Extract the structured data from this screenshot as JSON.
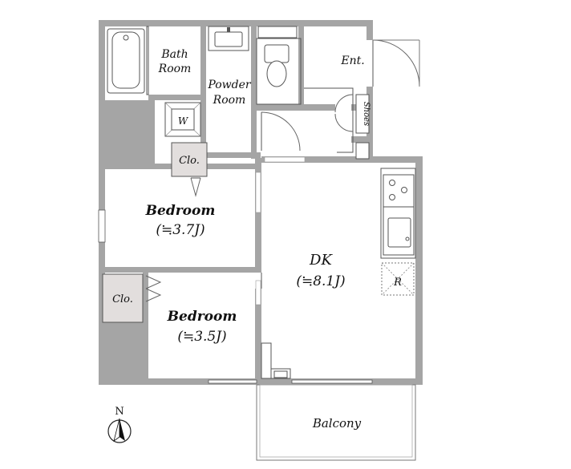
{
  "rooms": {
    "bath": {
      "line1": "Bath",
      "line2": "Room"
    },
    "powder": {
      "line1": "Powder",
      "line2": "Room"
    },
    "entrance": {
      "label": "Ent."
    },
    "shoes": {
      "label": "Shoes"
    },
    "washer": {
      "label": "W"
    },
    "closet1": {
      "label": "Clo."
    },
    "closet2": {
      "label": "Clo."
    },
    "bedroom1": {
      "name": "Bedroom",
      "size": "(≒3.7J)"
    },
    "bedroom2": {
      "name": "Bedroom",
      "size": "(≒3.5J)"
    },
    "dk": {
      "name": "DK",
      "size": "(≒8.1J)"
    },
    "fridge": {
      "label": "R"
    },
    "balcony": {
      "label": "Balcony"
    }
  },
  "compass": {
    "label": "N"
  },
  "colors": {
    "wall": "#a5a5a5",
    "closet_fill": "#e2dedd",
    "background": "#ffffff"
  }
}
